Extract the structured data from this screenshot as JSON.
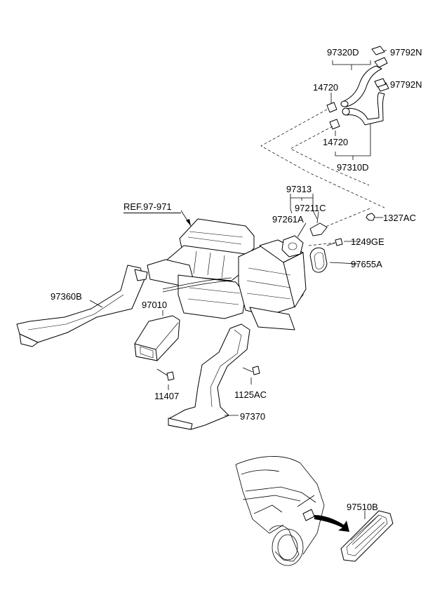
{
  "labels": {
    "p97320D": "97320D",
    "p97792N_top": "97792N",
    "p14720_top": "14720",
    "p97792N_mid": "97792N",
    "p14720_low": "14720",
    "p97310D": "97310D",
    "p97313": "97313",
    "ref": "REF.97-971",
    "p97211C": "97211C",
    "p97261A": "97261A",
    "p1327AC": "1327AC",
    "p1249GE": "1249GE",
    "p97655A": "97655A",
    "p97360B": "97360B",
    "p97010": "97010",
    "p11407": "11407",
    "p1125AC": "1125AC",
    "p97370": "97370",
    "p97510B": "97510B"
  }
}
